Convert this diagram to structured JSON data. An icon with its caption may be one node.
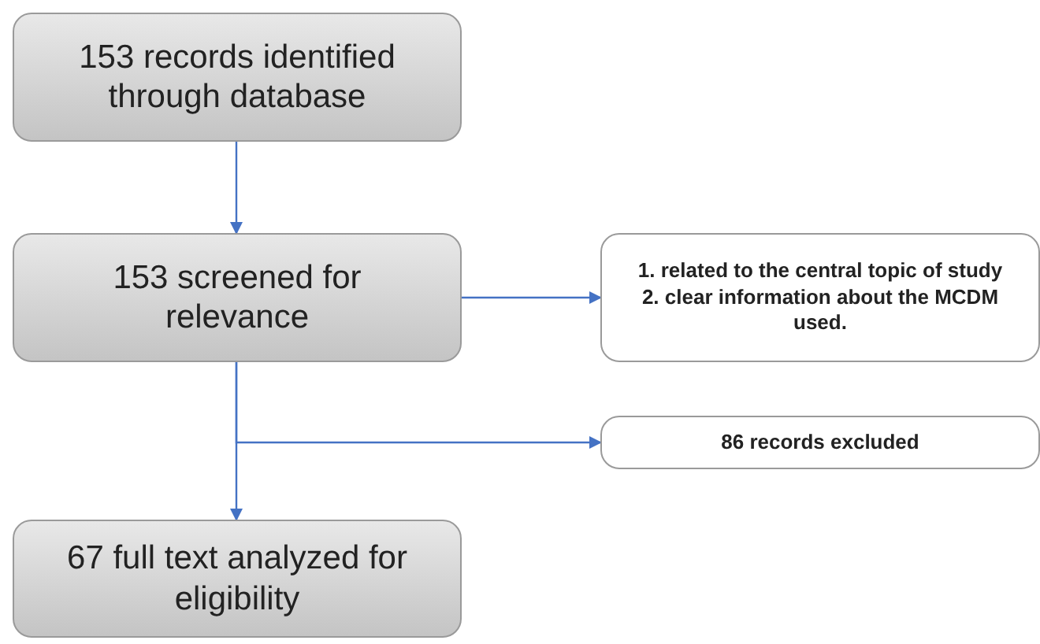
{
  "diagram": {
    "nodes": [
      {
        "text": [
          "153 records identified through database"
        ]
      },
      {
        "text": [
          "153 screened for relevance"
        ]
      },
      {
        "text": [
          "1. related to the central topic of study",
          "2. clear information about the MCDM used."
        ]
      },
      {
        "text": [
          "86 records excluded"
        ]
      },
      {
        "text": [
          "67 full text analyzed for eligibility"
        ]
      }
    ],
    "edges": [
      {
        "from": 0,
        "to": 1,
        "arrow": "to"
      },
      {
        "from": 1,
        "to": 2,
        "arrow": "to"
      },
      {
        "from": 1,
        "to": 4,
        "arrow": "to"
      },
      {
        "from": 1,
        "to": 3,
        "arrow": "to"
      }
    ]
  }
}
